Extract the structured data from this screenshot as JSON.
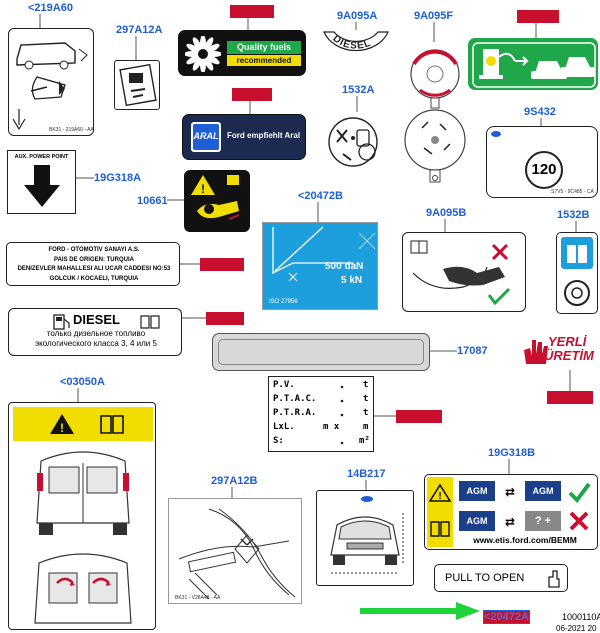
{
  "callouts": {
    "c219A60": "<219A60",
    "c297A12": "297A12A",
    "c9A095A": "9A095A",
    "c9A095F": "9A095F",
    "c1532A": "1532A",
    "c9S432": "9S432",
    "c19G318A": "19G318A",
    "c10661": "10661",
    "c20472B": "<20472B",
    "c9A095B": "9A095B",
    "c1532B": "1532B",
    "c17087": "17087",
    "c03050A": "<03050A",
    "c297A12B": "297A12B",
    "c14B217": "14B217",
    "c19G318B": "19G318B",
    "c20472A": "<20472A"
  },
  "labels": {
    "quality_fuels_line1": "Quality fuels",
    "quality_fuels_line2": "recommended",
    "diesel_arc": "DIESEL",
    "aral_logo": "ARAL",
    "aral_text": "Ford empfiehlt Aral",
    "aux_power": "AUX. POWER POINT",
    "sticker_120": "120",
    "sticker_120_code": "S7V5 - 9C485 - CA",
    "sticker_219_code": "BK31 - 219A60 - AA",
    "load_value1": "500 daN",
    "load_value2": "5 kN",
    "iso_code": "ISO 27956",
    "ford_otosan_lines": [
      "FORD - OTOMOTIV SANAYI A.S.",
      "PAIS DE ORIGEN: TURQUIA",
      "DENIZEVLER MAHALLESI ALI UCAR CADDESI NO:53",
      "GOLCUK / KOCAELI, TURQUIA"
    ],
    "diesel_ru_title": "DIESEL",
    "diesel_ru_line1": "только дизельное топливо",
    "diesel_ru_line2": "экологического класса 3, 4 или 5",
    "yerli_line1": "YERLİ",
    "yerli_line2": "ÜRETİM",
    "weights_rows": [
      {
        "label": "P.V.",
        "unit": "t"
      },
      {
        "label": "P.T.A.C.",
        "unit": "t"
      },
      {
        "label": "P.T.R.A.",
        "unit": "t"
      },
      {
        "label": "LxL.",
        "mid": "m x",
        "unit": "m"
      },
      {
        "label": "S:",
        "unit": "m²"
      }
    ],
    "agm": "AGM",
    "bemm_url": "www.etis.ford.com/BEMM",
    "pull_to_open": "PULL TO OPEN",
    "jack_code": "BK31 - V28A48 - AA",
    "diagram_id": "1000110A",
    "diagram_date": "06-2021 20"
  },
  "colors": {
    "callout_blue": "#1f5fd6",
    "redact": "#c8102e",
    "fuel_green": "#1fa74a",
    "aral_navy": "#1b2a4e",
    "yellow": "#f2dd00",
    "bemm_navy": "#1c3f8a",
    "arrow_green": "#1fd33a",
    "plate_blue": "#1e9fdd"
  }
}
